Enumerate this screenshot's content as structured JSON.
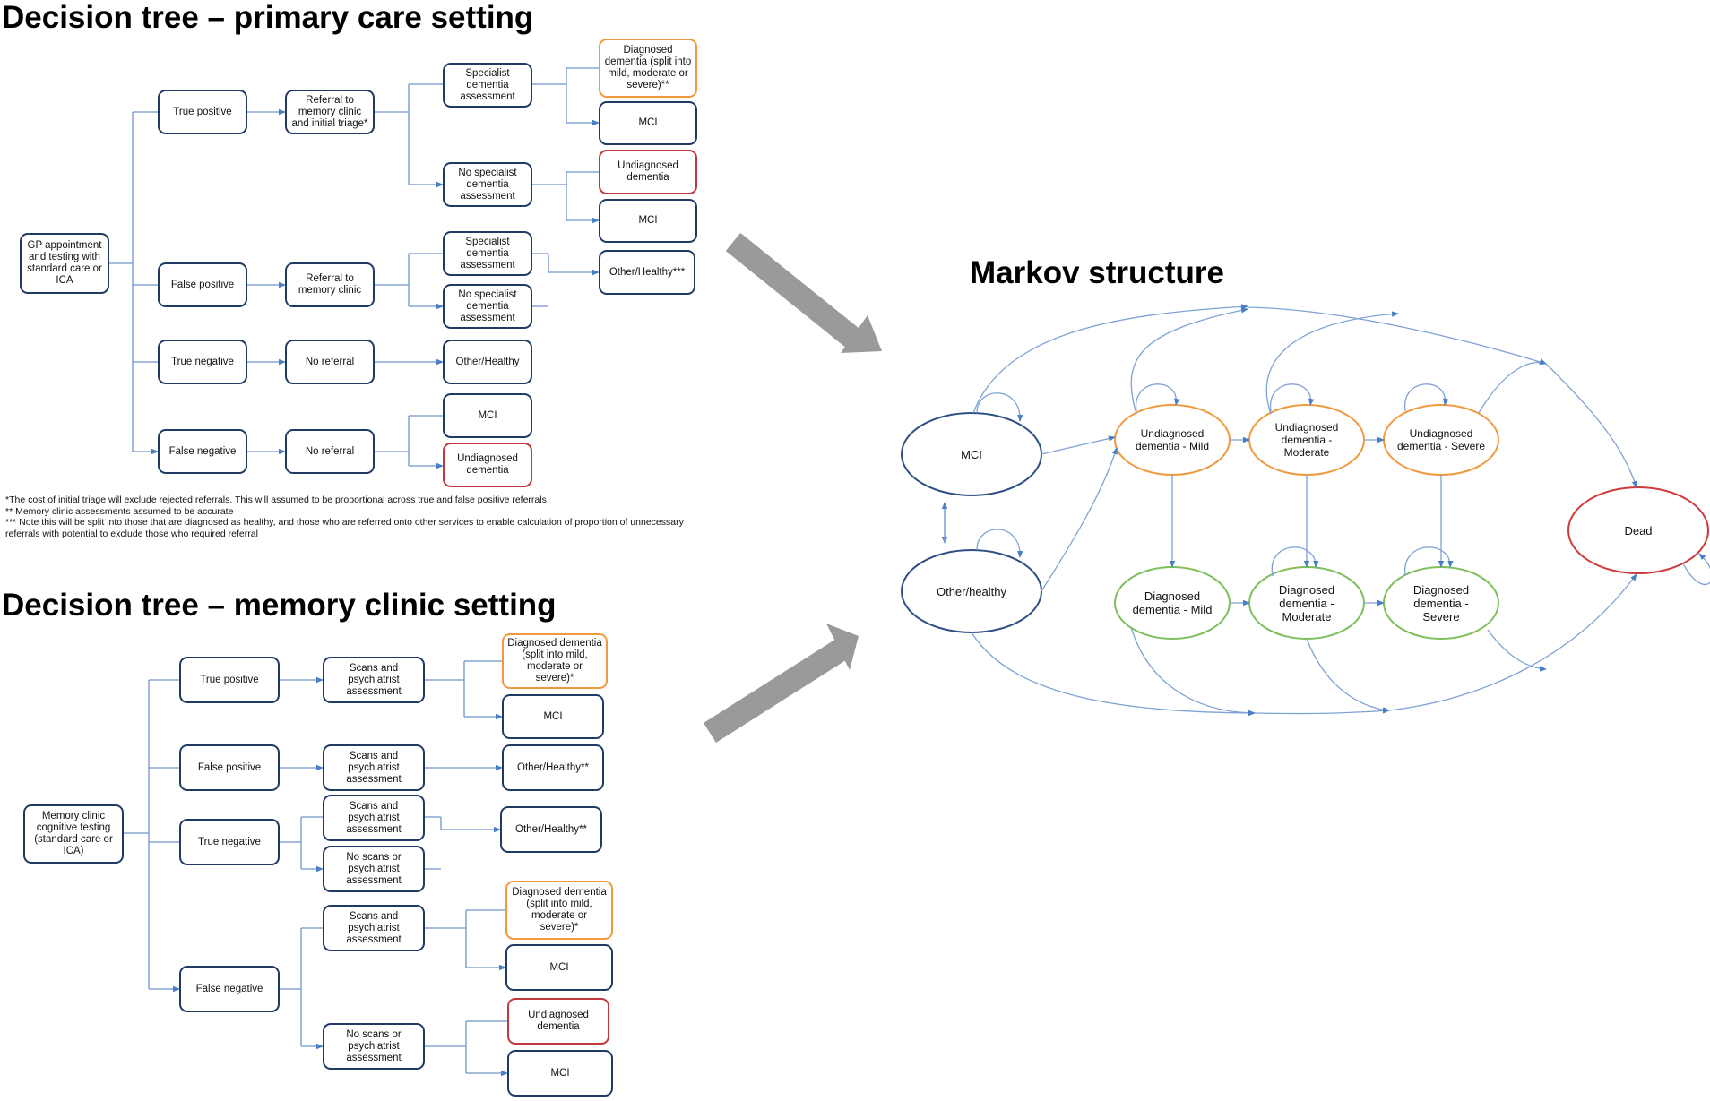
{
  "colors": {
    "dark_blue": "#1f3b64",
    "orange": "#f09a3e",
    "red": "#c0393b",
    "green": "#7dbf5a",
    "markov_blue": "#2e4f86",
    "line_blue": "#4a7fc4",
    "arrow_gray": "#9a9a9a"
  },
  "pc": {
    "title": "Decision tree – primary care setting",
    "root": "GP appointment and testing with standard care or ICA",
    "tp": "True positive",
    "tp_ref": "Referral to memory clinic and initial triage*",
    "tp_spec": "Specialist dementia assessment",
    "tp_diag": "Diagnosed dementia (split into mild, moderate or severe)**",
    "tp_mci1": "MCI",
    "tp_nospec": "No specialist dementia assessment",
    "tp_undiag": "Undiagnosed dementia",
    "tp_mci2": "MCI",
    "fp": "False positive",
    "fp_ref": "Referral to memory clinic",
    "fp_spec": "Specialist dementia assessment",
    "fp_nospec": "No specialist dementia assessment",
    "fp_other": "Other/Healthy***",
    "tn": "True negative",
    "tn_noref": "No referral",
    "tn_other": "Other/Healthy",
    "fn": "False negative",
    "fn_noref": "No referral",
    "fn_mci": "MCI",
    "fn_undiag": "Undiagnosed dementia",
    "notes": [
      "*The cost of initial triage will exclude rejected referrals. This will assumed to be proportional across true and false positive referrals.",
      "** Memory clinic assessments assumed  to be accurate",
      "*** Note this will be split into those that are diagnosed as healthy, and those who are referred onto other services to enable calculation of proportion of unnecessary referrals with potential to exclude those who required referral"
    ]
  },
  "mc": {
    "title": "Decision tree – memory clinic setting",
    "root": "Memory clinic cognitive testing (standard care or ICA)",
    "tp": "True positive",
    "tp_scan": "Scans and psychiatrist assessment",
    "tp_diag": "Diagnosed dementia (split into mild, moderate or severe)*",
    "tp_mci": "MCI",
    "fp": "False positive",
    "fp_scan": "Scans and psychiatrist assessment",
    "fp_other": "Other/Healthy**",
    "tn": "True negative",
    "tn_scan": "Scans and psychiatrist assessment",
    "tn_noscan": "No scans or psychiatrist assessment",
    "tn_other": "Other/Healthy**",
    "fn": "False negative",
    "fn_scan": "Scans and psychiatrist assessment",
    "fn_diag": "Diagnosed dementia (split into mild, moderate or severe)*",
    "fn_mci1": "MCI",
    "fn_noscan": "No scans or psychiatrist assessment",
    "fn_undiag": "Undiagnosed dementia",
    "fn_mci2": "MCI"
  },
  "markov": {
    "title": "Markov structure",
    "mci": "MCI",
    "other": "Other/healthy",
    "u_mild": "Undiagnosed dementia - Mild",
    "u_mod": "Undiagnosed dementia - Moderate",
    "u_sev": "Undiagnosed dementia - Severe",
    "d_mild": "Diagnosed dementia - Mild",
    "d_mod": "Diagnosed dementia - Moderate",
    "d_sev": "Diagnosed dementia - Severe",
    "dead": "Dead"
  }
}
